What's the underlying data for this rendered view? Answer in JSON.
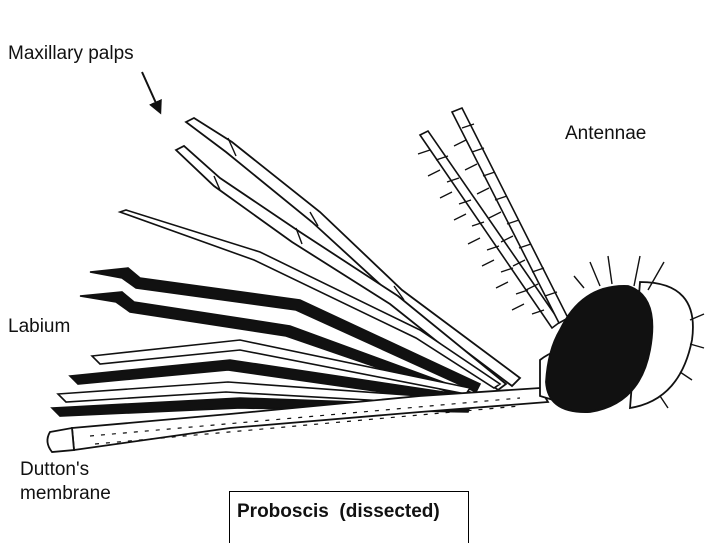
{
  "labels": {
    "maxillary_palps": "Maxillary palps",
    "antennae": "Antennae",
    "labium": "Labium",
    "duttons_membrane_line1": "Dutton's",
    "duttons_membrane_line2": "membrane"
  },
  "caption": "Proboscis  (dissected)",
  "colors": {
    "ink": "#111111",
    "background": "#ffffff"
  }
}
